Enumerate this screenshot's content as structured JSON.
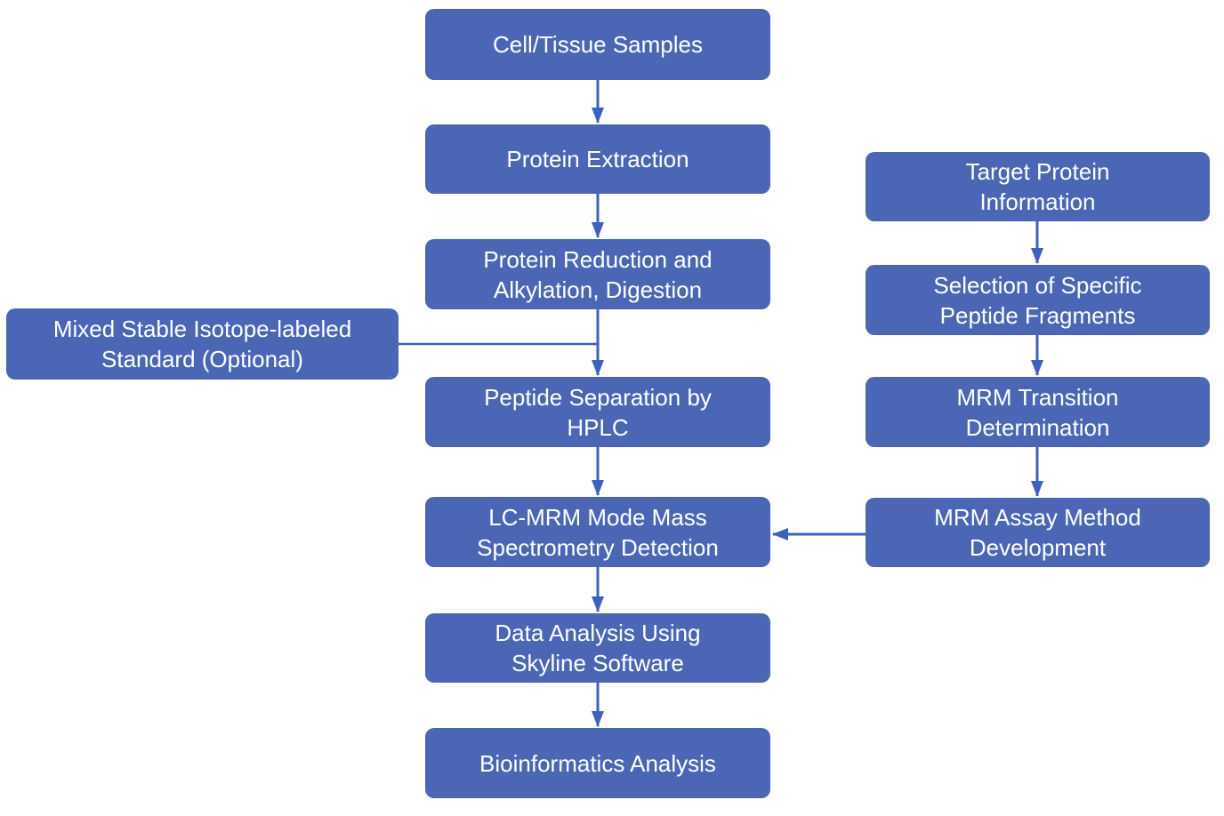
{
  "colors": {
    "box_fill": "#4a66b5",
    "arrow": "#3e61be",
    "text": "#ffffff",
    "background": "#ffffff"
  },
  "flowchart": {
    "main_column": [
      {
        "label": "Cell/Tissue Samples"
      },
      {
        "label": "Protein Extraction"
      },
      {
        "label": "Protein Reduction and\nAlkylation, Digestion"
      },
      {
        "label": "Peptide Separation by\nHPLC"
      },
      {
        "label": "LC-MRM Mode Mass\nSpectrometry Detection"
      },
      {
        "label": "Data Analysis Using\nSkyline Software"
      },
      {
        "label": "Bioinformatics Analysis"
      }
    ],
    "side_input": {
      "label": "Mixed Stable Isotope-labeled\nStandard (Optional)"
    },
    "right_column": [
      {
        "label": "Target Protein\nInformation"
      },
      {
        "label": "Selection of Specific\nPeptide Fragments"
      },
      {
        "label": "MRM Transition\nDetermination"
      },
      {
        "label": "MRM Assay Method\nDevelopment"
      }
    ]
  }
}
